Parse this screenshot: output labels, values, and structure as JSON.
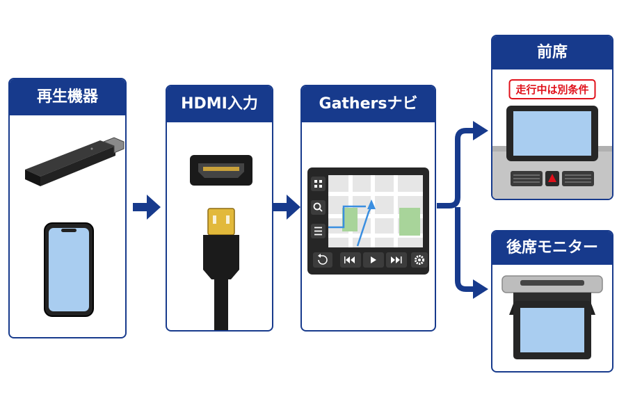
{
  "panels": {
    "source": {
      "title": "再生機器"
    },
    "hdmi": {
      "title": "HDMI入力"
    },
    "navi": {
      "title": "Gathersナビ"
    },
    "front": {
      "title": "前席",
      "badge": "走行中は別条件"
    },
    "rear": {
      "title": "後席モニター"
    }
  },
  "icons": {
    "source_devices": [
      "streaming-stick-icon",
      "smartphone-icon"
    ],
    "hdmi": [
      "hdmi-port-icon",
      "hdmi-cable-icon"
    ],
    "navi_side_buttons": [
      "grid-icon",
      "search-icon",
      "menu-icon"
    ],
    "navi_bottom_buttons": [
      "back-icon",
      "previous-icon",
      "play-icon",
      "next-icon",
      "settings-icon"
    ]
  },
  "colors": {
    "brand": "#173a8c",
    "warning": "#e0101a",
    "screen": "#a9cdf0"
  }
}
